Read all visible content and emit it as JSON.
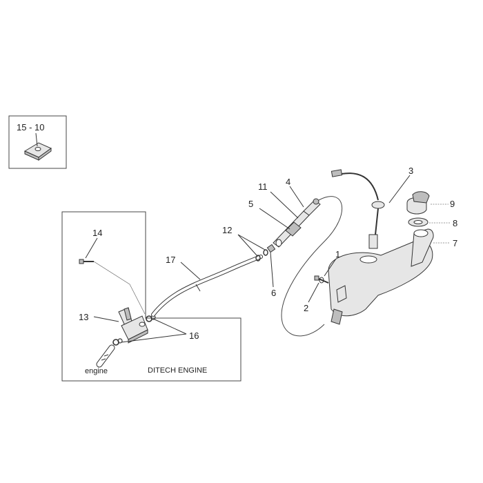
{
  "inset_label": "15 - 10",
  "callouts": {
    "c1": "1",
    "c2": "2",
    "c3": "3",
    "c4": "4",
    "c5": "5",
    "c6": "6",
    "c7": "7",
    "c8": "8",
    "c9": "9",
    "c11": "11",
    "c12": "12",
    "c13": "13",
    "c14": "14",
    "c16": "16",
    "c17": "17"
  },
  "engine_label": "engine",
  "box_caption": "DITECH ENGINE"
}
